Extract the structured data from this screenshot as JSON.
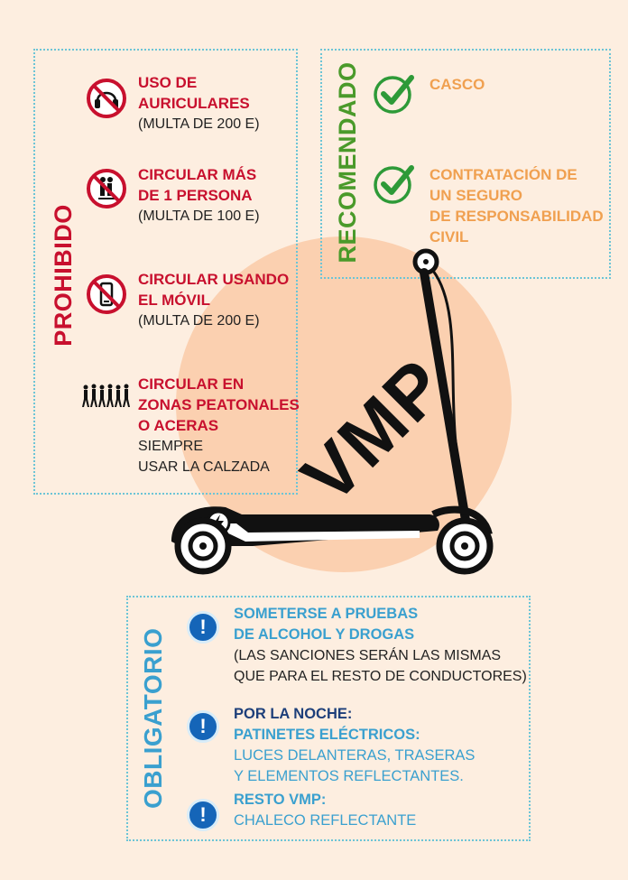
{
  "prohibido": {
    "label": "PROHIBIDO",
    "items": [
      {
        "icon": "no-headphones-icon",
        "title1": "USO DE",
        "title2": "AURICULARES",
        "note1": "(MULTA DE 200 E)"
      },
      {
        "icon": "no-two-persons-icon",
        "title1": "CIRCULAR MÁS",
        "title2": "DE 1 PERSONA",
        "note1": "(MULTA DE 100 E)"
      },
      {
        "icon": "no-mobile-icon",
        "title1": "CIRCULAR USANDO",
        "title2": "EL MÓVIL",
        "note1": "(MULTA DE 200 E)"
      },
      {
        "icon": "pedestrians-icon",
        "title1": "CIRCULAR EN",
        "title2": "ZONAS PEATONALES",
        "title3": "O ACERAS",
        "note1": "SIEMPRE",
        "note2": "USAR LA CALZADA"
      }
    ]
  },
  "recomendado": {
    "label": "RECOMENDADO",
    "items": [
      {
        "icon": "check-icon",
        "lines": [
          "CASCO"
        ]
      },
      {
        "icon": "check-icon",
        "lines": [
          "CONTRATACIÓN DE",
          "UN SEGURO",
          "DE RESPONSABILIDAD",
          "CIVIL"
        ]
      }
    ]
  },
  "scooter": {
    "label": "VMP",
    "icon": "electric-scooter-icon"
  },
  "obligatorio": {
    "label": "OBLIGATORIO",
    "items": [
      {
        "icon": "exclamation-icon",
        "title1": "SOMETERSE A PRUEBAS",
        "title2": "DE ALCOHOL Y DROGAS",
        "note1": "(LAS SANCIONES SERÁN LAS MISMAS",
        "note2": "QUE PARA EL RESTO DE CONDUCTORES)"
      },
      {
        "icon": "exclamation-icon",
        "heading": "POR LA NOCHE:",
        "title1": "PATINETES ELÉCTRICOS:",
        "note1": "LUCES DELANTERAS, TRASERAS",
        "note2": "Y ELEMENTOS REFLECTANTES."
      },
      {
        "icon": "exclamation-icon",
        "title1": "RESTO VMP:",
        "note1": "CHALECO REFLECTANTE"
      }
    ]
  },
  "colors": {
    "background": "#fdeee0",
    "prohibido": "#c8102e",
    "recomendado": "#4a9a2a",
    "recomendado_text": "#f0a050",
    "obligatorio": "#3aa0cf",
    "night": "#1d3f7a",
    "circle": "#fbd0b0",
    "border": "#6cc4d6"
  }
}
